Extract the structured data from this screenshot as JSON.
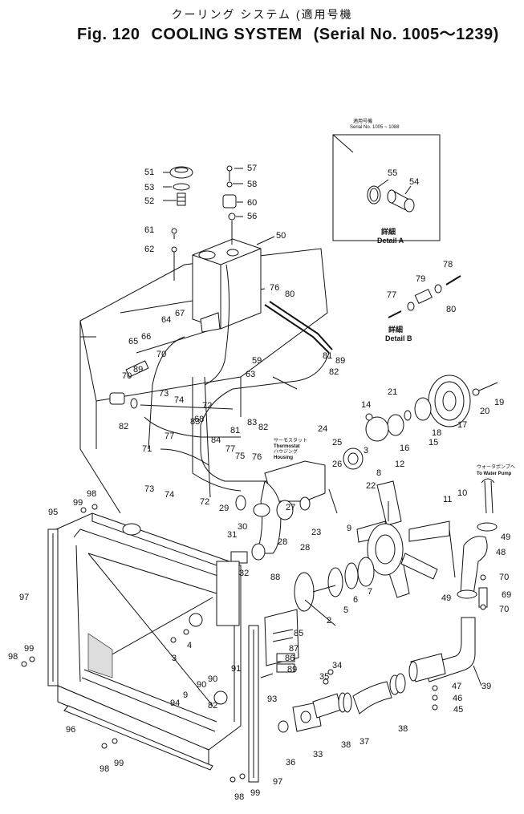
{
  "figure": {
    "title_jp": "クーリング システム (適用号機",
    "fig_label": "Fig. 120",
    "title": "COOLING SYSTEM",
    "serial": "(Serial No. 1005～1239)"
  },
  "detail_a": {
    "serial_jp": "適用号機",
    "serial": "Serial No. 1005 ~ 1088",
    "label_jp": "詳細",
    "label": "Detail A",
    "parts": [
      "55",
      "54"
    ]
  },
  "detail_b": {
    "label_jp": "詳細",
    "label": "Detail B",
    "parts": [
      "78",
      "79",
      "77",
      "80"
    ]
  },
  "annotations": {
    "thermostat_jp": "サーモスタット",
    "thermostat": "Thermostat",
    "housing_jp": "ハウジング",
    "housing": "Housing",
    "water_pump_jp": "ウォータポンプへ",
    "water_pump": "To Water Pump"
  },
  "callouts": [
    "51",
    "53",
    "52",
    "57",
    "58",
    "60",
    "56",
    "61",
    "62",
    "50",
    "76",
    "80",
    "64",
    "67",
    "66",
    "65",
    "70",
    "70",
    "89",
    "59",
    "63",
    "81",
    "89",
    "82",
    "73",
    "74",
    "72",
    "83",
    "82",
    "82",
    "83",
    "68",
    "81",
    "71",
    "77",
    "84",
    "77",
    "75",
    "76",
    "24",
    "25",
    "26",
    "27",
    "28",
    "28",
    "29",
    "30",
    "31",
    "32",
    "88",
    "73",
    "74",
    "72",
    "99",
    "98",
    "95",
    "97",
    "99",
    "98",
    "96",
    "98",
    "99",
    "3",
    "4",
    "9",
    "90",
    "90",
    "82",
    "94",
    "91",
    "93",
    "87",
    "86",
    "89",
    "85",
    "35",
    "34",
    "33",
    "36",
    "38",
    "37",
    "38",
    "39",
    "47",
    "46",
    "45",
    "2",
    "5",
    "6",
    "7",
    "9",
    "22",
    "10",
    "11",
    "49",
    "48",
    "70",
    "69",
    "70",
    "49",
    "14",
    "21",
    "16",
    "15",
    "18",
    "12",
    "8",
    "3",
    "17",
    "20",
    "19",
    "23",
    "98",
    "99",
    "97"
  ]
}
